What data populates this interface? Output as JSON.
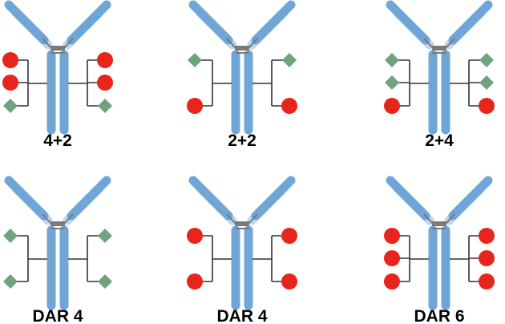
{
  "colors": {
    "heavy_chain": "#6fa6d6",
    "light_chain": "#bcd6ec",
    "hinge": "#7a7a7a",
    "linker": "#333333",
    "payload_circle": "#e8251c",
    "payload_diamond": "#6fa37b",
    "text": "#000000"
  },
  "icon_names": {
    "antibody": "antibody-icon",
    "circle": "red-circle-payload-icon",
    "diamond": "green-diamond-payload-icon"
  },
  "constructs": [
    {
      "label": "4+2",
      "payloads": [
        "circle",
        "circle",
        "diamond"
      ]
    },
    {
      "label": "2+2",
      "payloads": [
        "diamond",
        "circle"
      ]
    },
    {
      "label": "2+4",
      "payloads": [
        "diamond",
        "diamond",
        "circle"
      ]
    },
    {
      "label": "DAR 4",
      "payloads": [
        "diamond",
        "diamond"
      ]
    },
    {
      "label": "DAR 4",
      "payloads": [
        "circle",
        "circle"
      ]
    },
    {
      "label": "DAR 6",
      "payloads": [
        "circle",
        "circle",
        "circle"
      ]
    }
  ]
}
